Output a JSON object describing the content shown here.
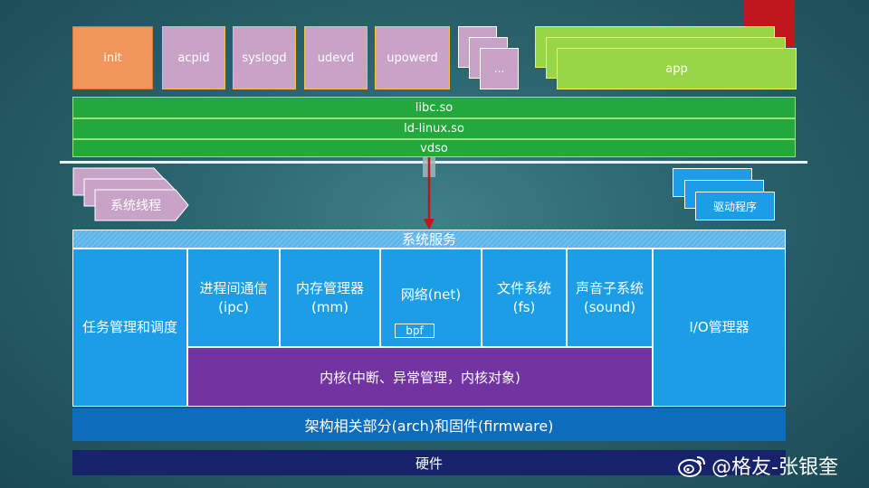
{
  "user_space": {
    "processes": [
      "init",
      "acpid",
      "syslogd",
      "udevd",
      "upowerd"
    ],
    "more": "...",
    "app": "app"
  },
  "libs": [
    "libc.so",
    "ld-linux.so",
    "vdso"
  ],
  "kernel": {
    "kernel_thread": "系统线程",
    "driver": "驱动程序",
    "system_service": "系统服务",
    "task_management": "任务管理和调度",
    "ipc": "进程间通信(ipc)",
    "memory": "内存管理器(mm)",
    "network": "网络(net)",
    "bpf": "bpf",
    "filesystem": "文件系统(fs)",
    "sound": "声音子系统(sound)",
    "io_manager": "I/O管理器",
    "core": "内核(中断、异常管理，内核对象)",
    "arch": "架构相关部分(arch)和固件(firmware)",
    "hardware": "硬件"
  },
  "watermark": "@格友-张银奎"
}
